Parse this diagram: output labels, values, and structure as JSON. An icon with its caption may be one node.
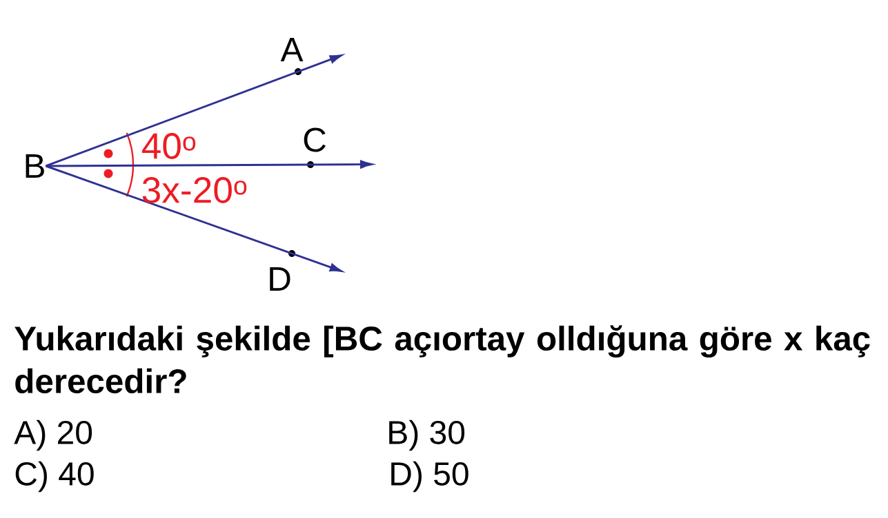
{
  "diagram": {
    "nodes": [
      {
        "text": [
          "B"
        ]
      },
      {
        "text": [],
        "shape": "circle",
        "beside": [
          "A"
        ]
      },
      {
        "text": [],
        "shape": "circle",
        "beside": [
          "C"
        ]
      },
      {
        "text": [],
        "shape": "circle",
        "beside": [
          "D"
        ]
      }
    ],
    "edges": [
      {
        "from": 0,
        "to": 1,
        "arrow": "to"
      },
      {
        "from": 0,
        "to": 2,
        "arrow": "to"
      },
      {
        "from": 0,
        "to": 3,
        "arrow": "to"
      }
    ],
    "labels": [
      "40$^{o}$",
      "3x-20$^{o}$",
      "Yukarıdaki şekilde [BC açıortay olldığuna göre x kaç derecedir?",
      "A) 20",
      "B) 30",
      "C) 40",
      "D) 50"
    ]
  }
}
